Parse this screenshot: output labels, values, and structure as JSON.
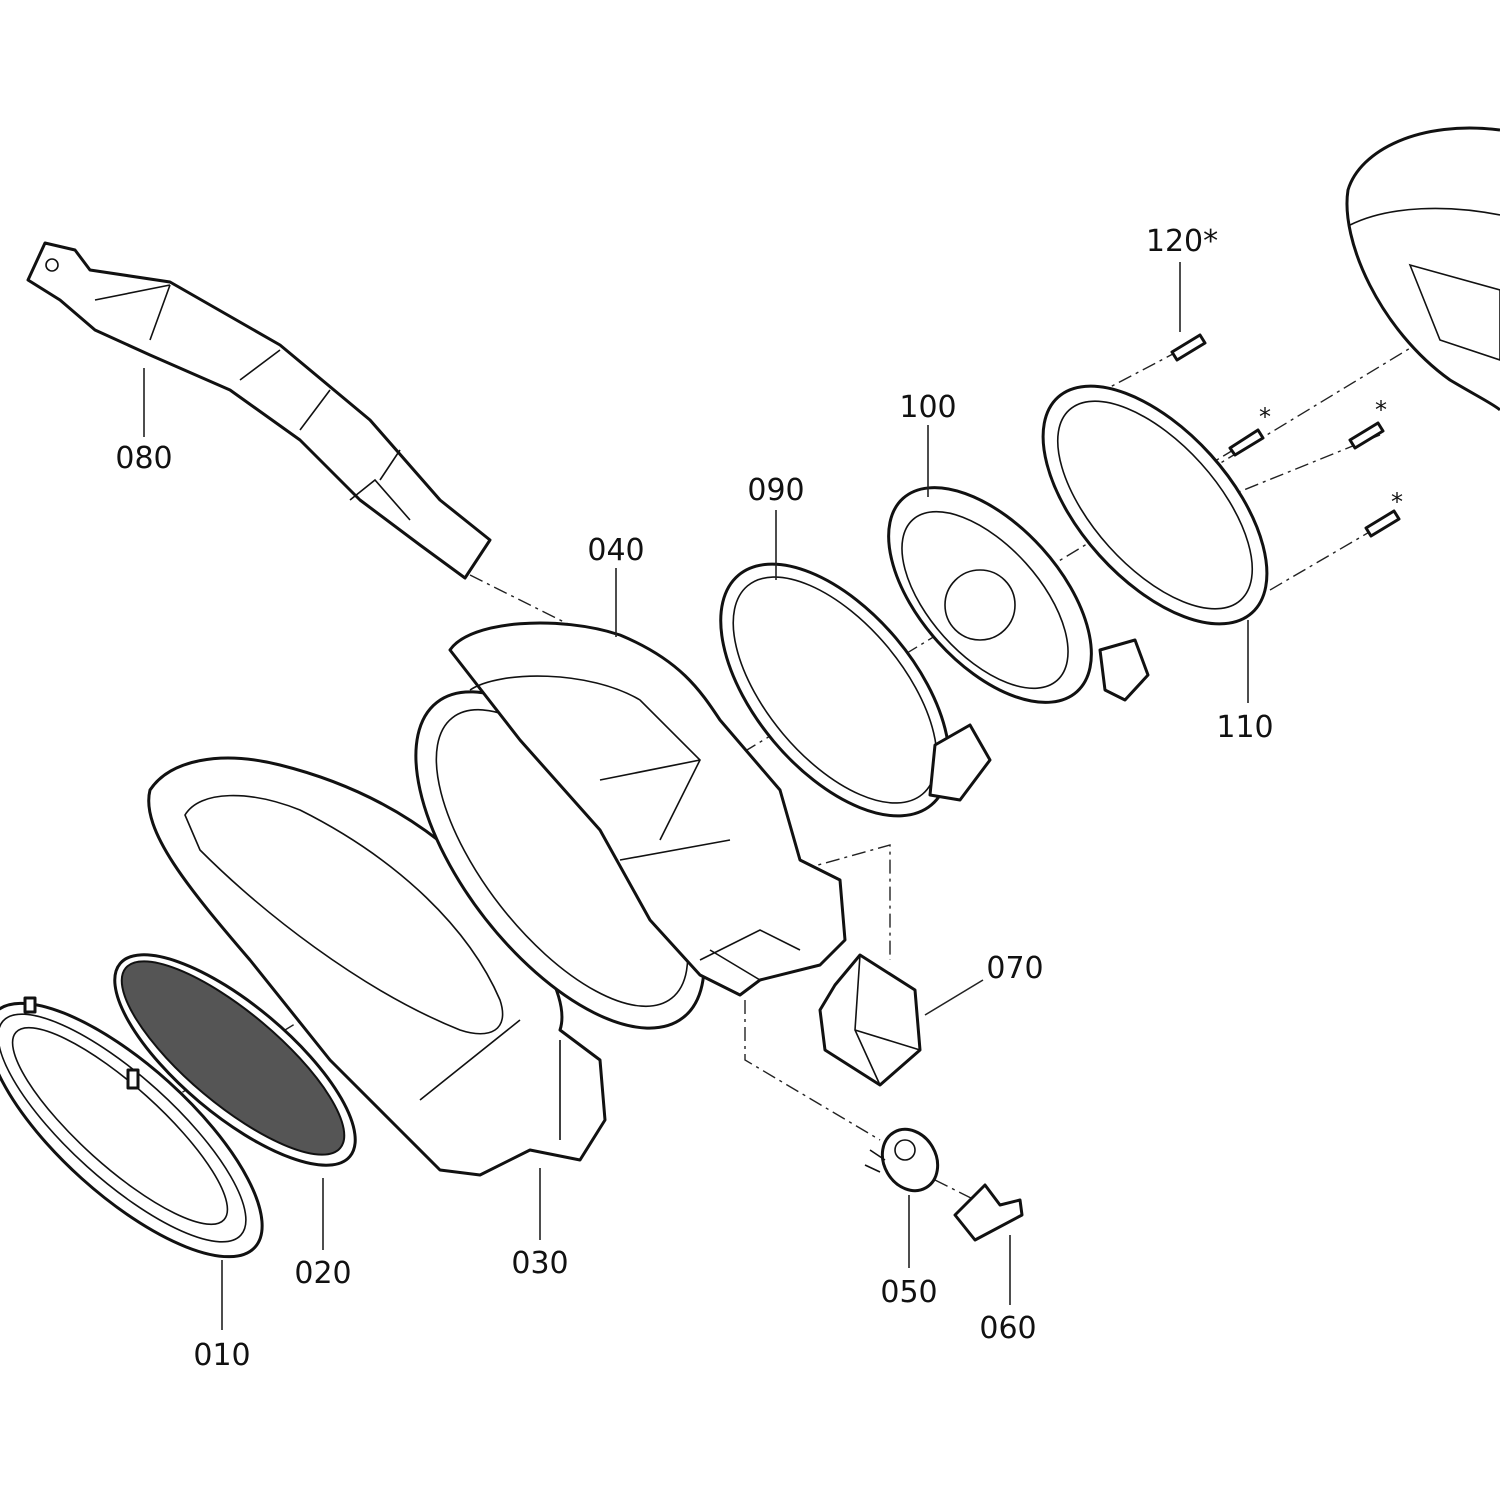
{
  "diagram": {
    "type": "exploded-parts-view",
    "parts": [
      {
        "id": "010",
        "label": "010"
      },
      {
        "id": "020",
        "label": "020"
      },
      {
        "id": "030",
        "label": "030"
      },
      {
        "id": "040",
        "label": "040"
      },
      {
        "id": "050",
        "label": "050"
      },
      {
        "id": "060",
        "label": "060"
      },
      {
        "id": "070",
        "label": "070"
      },
      {
        "id": "080",
        "label": "080"
      },
      {
        "id": "090",
        "label": "090"
      },
      {
        "id": "100",
        "label": "100"
      },
      {
        "id": "110",
        "label": "110"
      },
      {
        "id": "120",
        "label": "120*"
      }
    ],
    "screw_marker": "*",
    "line_color": "#111111"
  }
}
